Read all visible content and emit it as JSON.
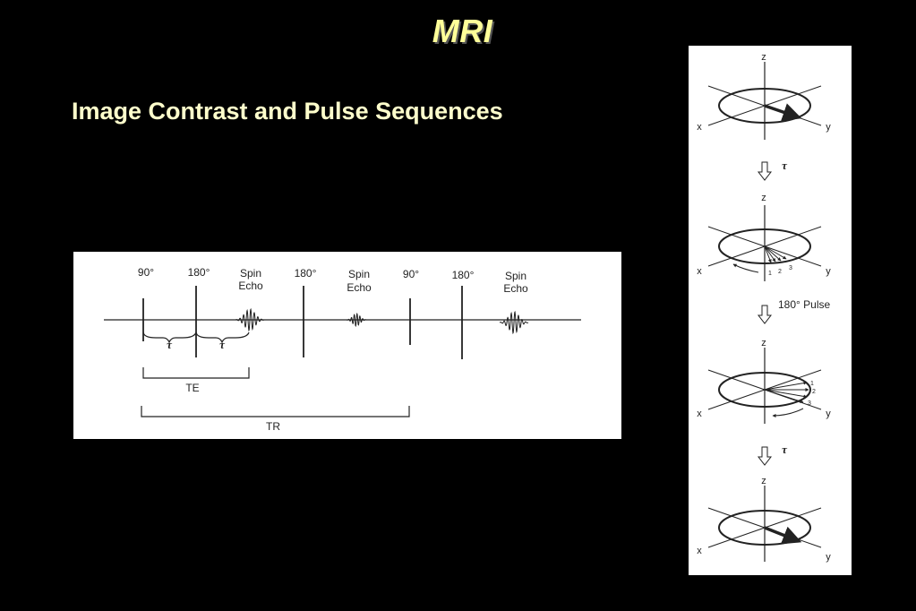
{
  "slide": {
    "title": "MRI",
    "subtitle": "Image Contrast and Pulse Sequences"
  },
  "pulse_sequence": {
    "pulses": [
      {
        "label": "90°"
      },
      {
        "label": "180°"
      },
      {
        "label_line1": "Spin",
        "label_line2": "Echo"
      },
      {
        "label": "180°"
      },
      {
        "label_line1": "Spin",
        "label_line2": "Echo"
      },
      {
        "label": "90°"
      },
      {
        "label": "180°"
      },
      {
        "label_line1": "Spin",
        "label_line2": "Echo"
      }
    ],
    "tau_symbol": "τ",
    "te_label": "TE",
    "tr_label": "TR"
  },
  "vector_diagram": {
    "axis_labels": {
      "z": "z",
      "x": "x",
      "y": "y"
    },
    "tau_symbol": "τ",
    "pulse_label": "180° Pulse",
    "spin_numbers": [
      "1",
      "2",
      "3"
    ]
  },
  "colors": {
    "background": "#000000",
    "title": "#ffff99",
    "subtitle": "#ffffcc",
    "figure_background": "#ffffff",
    "figure_ink": "#222222"
  }
}
